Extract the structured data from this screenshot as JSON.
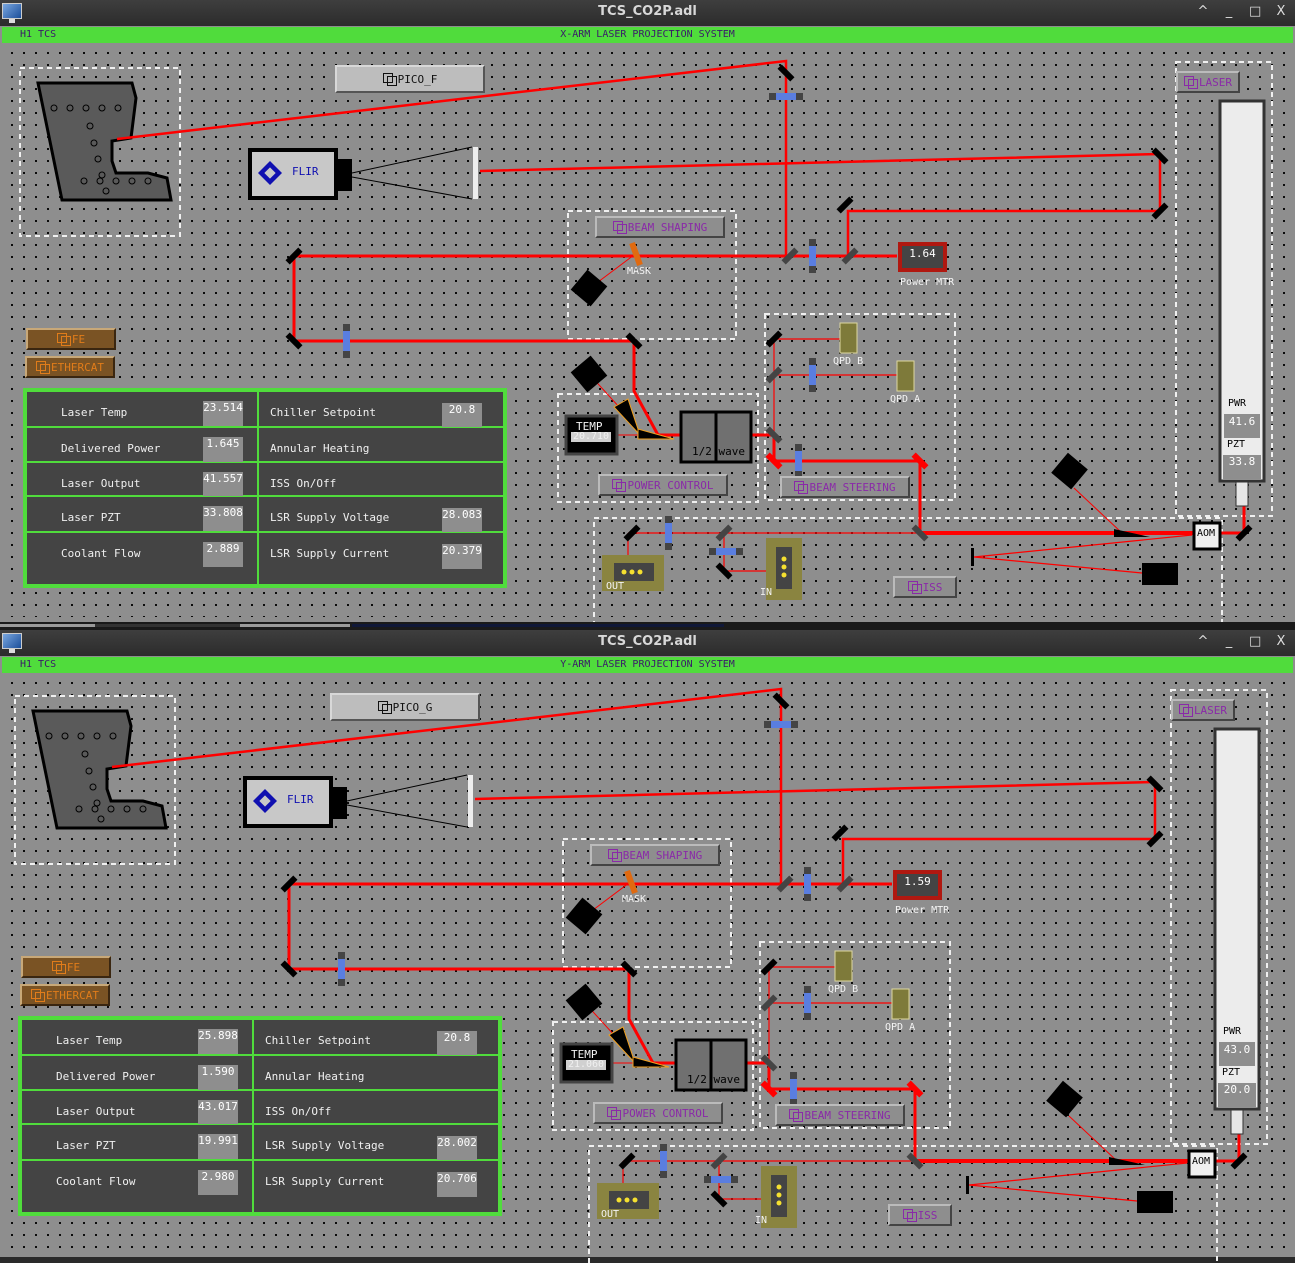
{
  "colors": {
    "banner": "#50dc3c",
    "beam": "#ff0000",
    "link_text": "#8a2aa8",
    "brown_button": "#7a5324",
    "canvas": "#8e8e8e",
    "panel": "#444444"
  },
  "windows": [
    {
      "id": "x",
      "title": "TCS_CO2P.adl",
      "window_controls": [
        "^",
        "_",
        "□",
        "X"
      ],
      "banner_left": "H1 TCS",
      "banner_center": "X-ARM LASER PROJECTION SYSTEM",
      "buttons": {
        "pico": "PICO_F",
        "laser": "LASER",
        "beam_shaping": "BEAM SHAPING",
        "power_control": "POWER CONTROL",
        "beam_steering": "BEAM STEERING",
        "iss": "ISS",
        "fe": "FE",
        "ethercat": "ETHERCAT"
      },
      "labels": {
        "flir": "FLIR",
        "mask": "MASK",
        "power_mtr": "Power MTR",
        "qpd_b": "QPD B",
        "qpd_a": "QPD A",
        "temp": "TEMP",
        "half_wave": "1/2 wave",
        "out": "OUT",
        "in": "IN",
        "aom": "AOM",
        "pwr": "PWR",
        "pzt": "PZT"
      },
      "readouts": {
        "power_mtr": "1.64",
        "temp": "20.710",
        "pwr": "41.6",
        "pzt": "33.8"
      },
      "stats": [
        {
          "label": "Laser Temp",
          "value": "23.514"
        },
        {
          "label": "Chiller Setpoint",
          "value": "20.8"
        },
        {
          "label": "Delivered Power",
          "value": "1.645"
        },
        {
          "label": "Annular Heating",
          "value": ""
        },
        {
          "label": "Laser Output",
          "value": "41.557"
        },
        {
          "label": "ISS On/Off",
          "value": ""
        },
        {
          "label": "Laser PZT",
          "value": "33.808"
        },
        {
          "label": "LSR Supply Voltage",
          "value": "28.083"
        },
        {
          "label": "Coolant Flow",
          "value": "2.889"
        },
        {
          "label": "LSR Supply Current",
          "value": "20.379"
        }
      ]
    },
    {
      "id": "y",
      "title": "TCS_CO2P.adl",
      "window_controls": [
        "^",
        "_",
        "□",
        "X"
      ],
      "banner_left": "H1 TCS",
      "banner_center": "Y-ARM LASER PROJECTION SYSTEM",
      "buttons": {
        "pico": "PICO_G",
        "laser": "LASER",
        "beam_shaping": "BEAM SHAPING",
        "power_control": "POWER CONTROL",
        "beam_steering": "BEAM STEERING",
        "iss": "ISS",
        "fe": "FE",
        "ethercat": "ETHERCAT"
      },
      "labels": {
        "flir": "FLIR",
        "mask": "MASK",
        "power_mtr": "Power MTR",
        "qpd_b": "QPD B",
        "qpd_a": "QPD A",
        "temp": "TEMP",
        "half_wave": "1/2 wave",
        "out": "OUT",
        "in": "IN",
        "aom": "AOM",
        "pwr": "PWR",
        "pzt": "PZT"
      },
      "readouts": {
        "power_mtr": "1.59",
        "temp": "21.060",
        "pwr": "43.0",
        "pzt": "20.0"
      },
      "stats": [
        {
          "label": "Laser Temp",
          "value": "25.898"
        },
        {
          "label": "Chiller Setpoint",
          "value": "20.8"
        },
        {
          "label": "Delivered Power",
          "value": "1.590"
        },
        {
          "label": "Annular Heating",
          "value": ""
        },
        {
          "label": "Laser Output",
          "value": "43.017"
        },
        {
          "label": "ISS On/Off",
          "value": ""
        },
        {
          "label": "Laser PZT",
          "value": "19.991"
        },
        {
          "label": "LSR Supply Voltage",
          "value": "28.002"
        },
        {
          "label": "Coolant Flow",
          "value": "2.980"
        },
        {
          "label": "LSR Supply Current",
          "value": "20.706"
        }
      ]
    }
  ]
}
